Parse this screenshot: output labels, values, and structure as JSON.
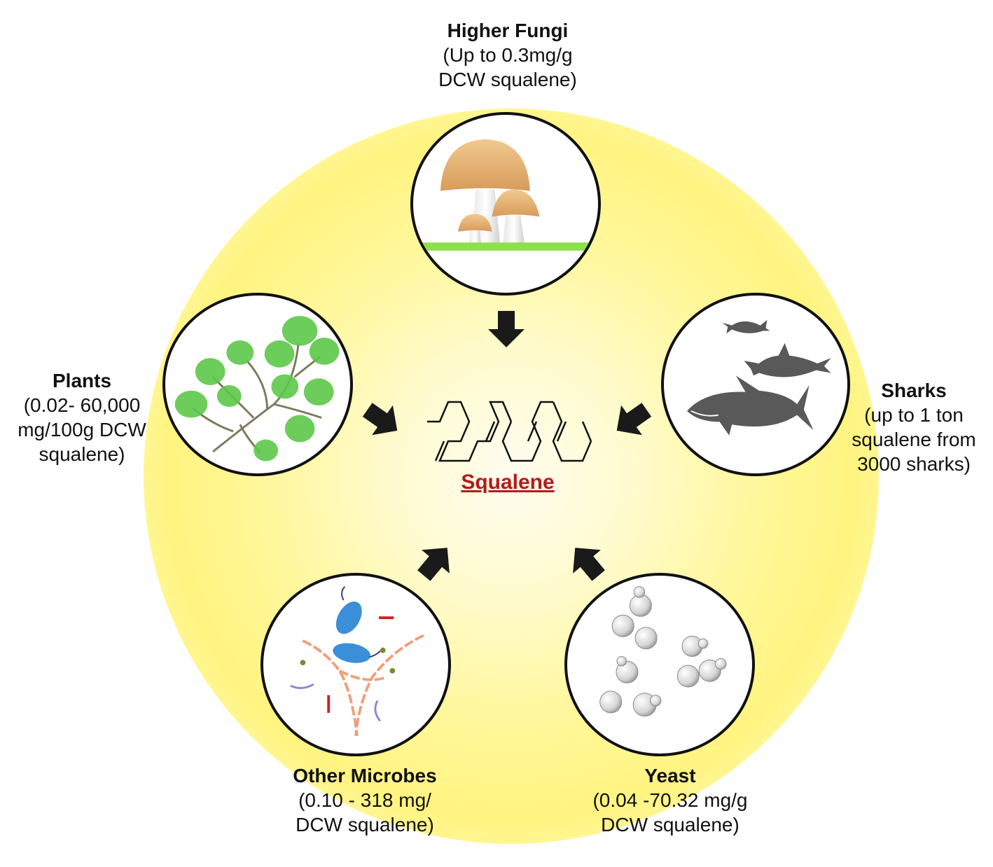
{
  "center": {
    "label": "Squalene"
  },
  "sources": {
    "higher_fungi": {
      "name": "Higher Fungi",
      "detail": "(Up to 0.3mg/g\nDCW squalene)"
    },
    "plants": {
      "name": "Plants",
      "detail": "(0.02- 60,000\nmg/100g DCW\nsqualene)"
    },
    "sharks": {
      "name": "Sharks",
      "detail": "(up to 1 ton\nsqualene from\n3000 sharks)"
    },
    "other_microbes": {
      "name": "Other Microbes",
      "detail": "(0.10 - 318 mg/\nDCW squalene)"
    },
    "yeast": {
      "name": "Yeast",
      "detail": "(0.04 -70.32 mg/g\nDCW squalene)"
    }
  },
  "colors": {
    "glow": "#fff480",
    "center_label": "#b31b1b",
    "arrow": "#1a1a1a",
    "leaf": "#5cc84a",
    "shark": "#595959",
    "bacteria": "#3a8fd8",
    "hyphae": "#f0a07a",
    "mushroom_cap": "#e8b478",
    "grass": "#8de04a"
  }
}
